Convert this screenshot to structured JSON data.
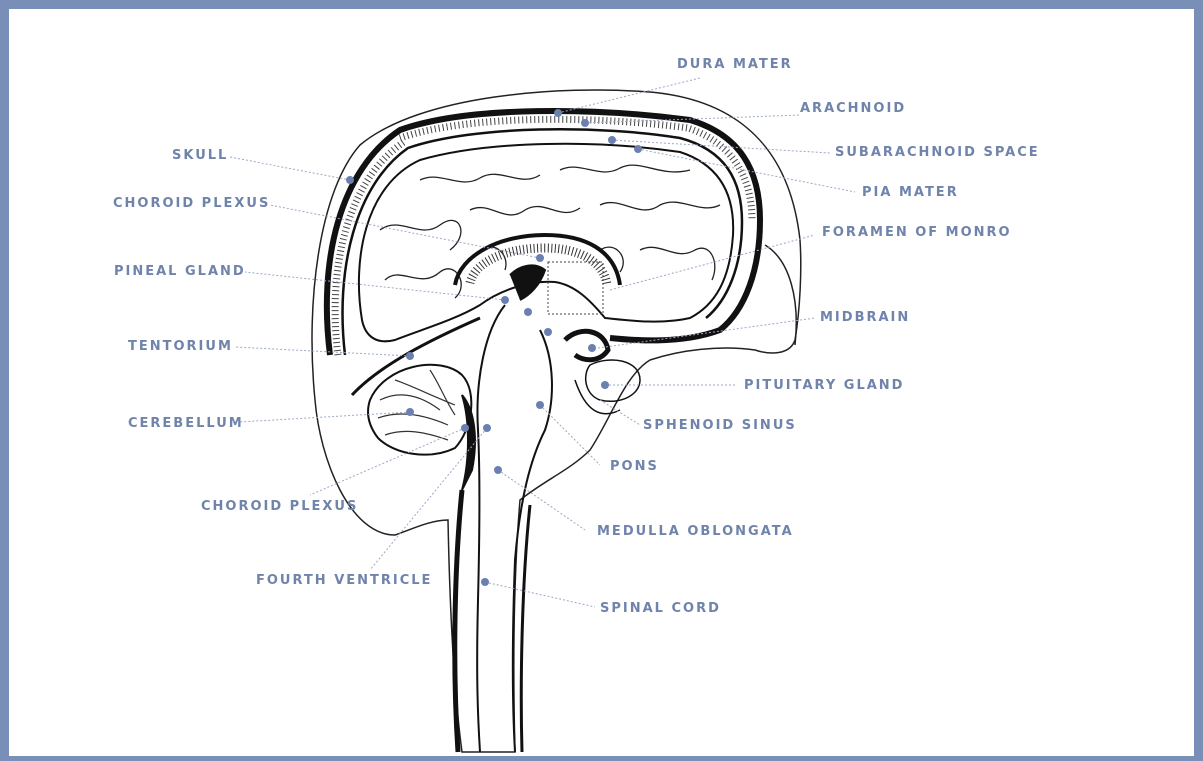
{
  "colors": {
    "frame": "#7a8fb8",
    "label": "#6f83ab",
    "leader": "#9aa9c6",
    "dot": "#6b80b0",
    "ink": "#111111"
  },
  "labels": {
    "dura_mater": "DURA MATER",
    "arachnoid": "ARACHNOID",
    "subarachnoid_space": "SUBARACHNOID SPACE",
    "pia_mater": "PIA MATER",
    "skull": "SKULL",
    "choroid_plexus_upper": "CHOROID PLEXUS",
    "foramen_of_monro": "FORAMEN OF MONRO",
    "pineal_gland": "PINEAL GLAND",
    "midbrain": "MIDBRAIN",
    "tentorium": "TENTORIUM",
    "pituitary_gland": "PITUITARY GLAND",
    "cerebellum": "CEREBELLUM",
    "sphenoid_sinus": "SPHENOID SINUS",
    "pons": "PONS",
    "choroid_plexus_lower": "CHOROID PLEXUS",
    "medulla_oblongata": "MEDULLA OBLONGATA",
    "fourth_ventricle": "FOURTH VENTRICLE",
    "spinal_cord": "SPINAL CORD"
  }
}
